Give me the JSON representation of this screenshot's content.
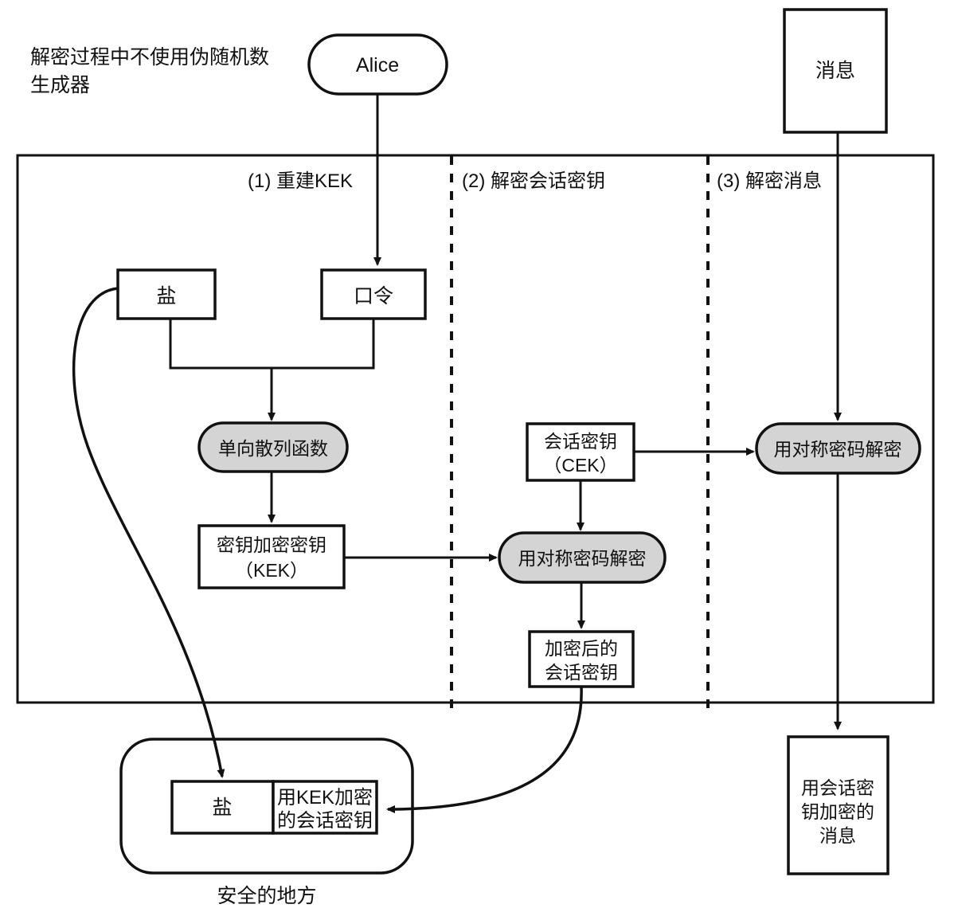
{
  "caption": {
    "line1": "解密过程中不使用伪随机数",
    "line2": "生成器"
  },
  "actor": {
    "alice": "Alice"
  },
  "message_source": {
    "label": "消息"
  },
  "sections": [
    {
      "id": "s1",
      "label": "(1) 重建KEK"
    },
    {
      "id": "s2",
      "label": "(2) 解密会话密钥"
    },
    {
      "id": "s3",
      "label": "(3) 解密消息"
    }
  ],
  "nodes": {
    "salt": "盐",
    "password": "口令",
    "hash_function": "单向散列函数",
    "kek_line1": "密钥加密密钥",
    "kek_line2": "（KEK）",
    "cek_line1": "会话密钥",
    "cek_line2": "（CEK）",
    "decrypt_middle": "用对称密码解密",
    "decrypt_right": "用对称密码解密",
    "encrypted_cek_line1": "加密后的",
    "encrypted_cek_line2": "会话密钥",
    "encrypted_msg_line1": "用会话密",
    "encrypted_msg_line2": "钥加密的",
    "encrypted_msg_line3": "消息"
  },
  "secure_storage": {
    "title": "安全的地方",
    "cell_salt": "盐",
    "cell_encrypted_cek_line1": "用KEK加密",
    "cell_encrypted_cek_line2": "的会话密钥"
  },
  "colors": {
    "stroke": "#111111",
    "background": "#ffffff",
    "shaded_fill": "#d4d4d4",
    "text": "#111111"
  }
}
